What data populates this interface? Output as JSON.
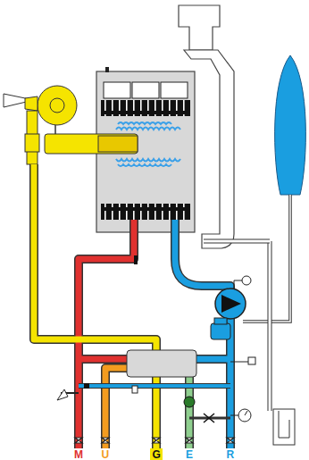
{
  "diagram": {
    "labels": [
      "M",
      "U",
      "G",
      "E",
      "R"
    ]
  }
}
